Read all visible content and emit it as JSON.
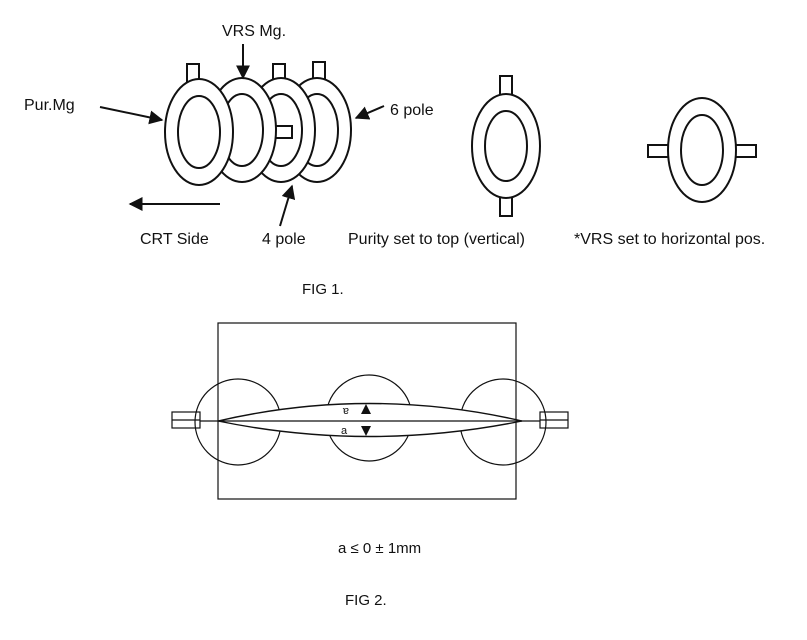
{
  "fig1": {
    "labels": {
      "vrs_mg": "VRS Mg.",
      "pur_mg": "Pur.Mg",
      "six_pole": "6 pole",
      "crt_side": "CRT Side",
      "four_pole": "4 pole",
      "purity_set": "Purity set to top (vertical)",
      "vrs_set": "*VRS set to horizontal pos."
    },
    "caption": "FIG 1."
  },
  "fig2": {
    "label_a_top": "a",
    "label_a_bottom": "a",
    "formula": "a ≤  0 ± 1mm",
    "caption": "FIG 2."
  }
}
